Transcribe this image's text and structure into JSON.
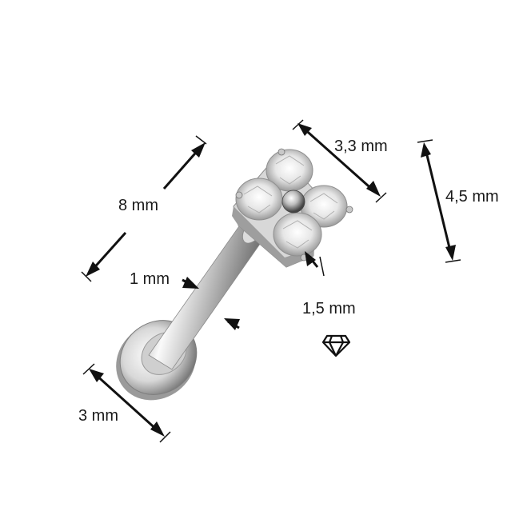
{
  "dimensions": {
    "bar_length": "8 mm",
    "top_width": "3,3 mm",
    "top_height": "4,5 mm",
    "bar_gauge": "1 mm",
    "top_thickness": "1,5 mm",
    "disc_diameter": "3 mm"
  },
  "icons": {
    "material": "diamond-icon"
  },
  "colors": {
    "ink": "#111111",
    "metal_light": "#f2f2f2",
    "metal_dark": "#8a8a8a",
    "stone": "#e8e8e8"
  }
}
